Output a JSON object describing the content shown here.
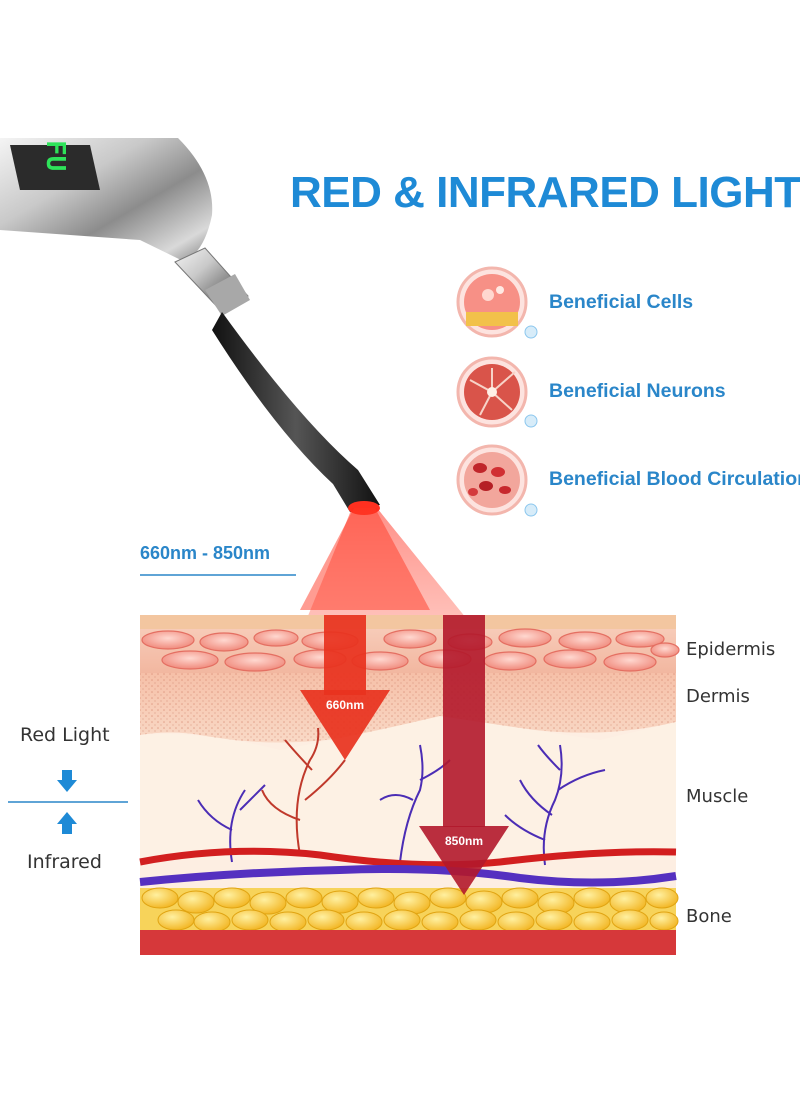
{
  "title": "RED & INFRARED LIGHT",
  "device": {
    "display": "FU"
  },
  "benefits": [
    {
      "label": "Beneficial Cells",
      "icon": "cells-icon"
    },
    {
      "label": "Beneficial Neurons",
      "icon": "neurons-icon"
    },
    {
      "label": "Beneficial Blood Circulation",
      "icon": "blood-circulation-icon"
    }
  ],
  "wavelength_range": "660nm - 850nm",
  "arrows": {
    "red": "660nm",
    "infrared": "850nm"
  },
  "layers": [
    "Epidermis",
    "Dermis",
    "Muscle",
    "Bone"
  ],
  "legend": {
    "red": "Red Light",
    "infrared": "Infrared"
  },
  "colors": {
    "accent_blue": "#1e8ad6",
    "red_light": "#e8321e",
    "infrared": "#b3182b",
    "vein": "#4b2db5",
    "bone": "#f5c22c"
  }
}
